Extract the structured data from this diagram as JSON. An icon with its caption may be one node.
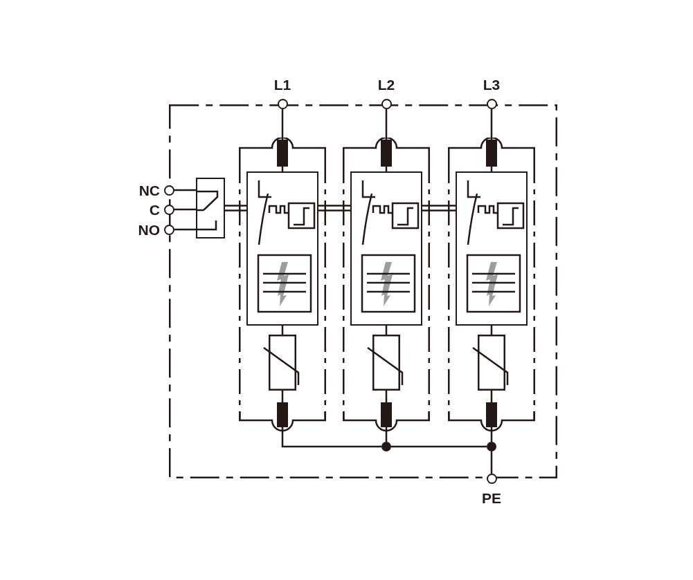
{
  "diagram": {
    "nodes": [
      {
        "text": [],
        "shape": "box"
      },
      {
        "text": [
          "L1"
        ]
      },
      {
        "text": [
          "L2"
        ]
      },
      {
        "text": [
          "L3"
        ]
      },
      {
        "text": [],
        "shape": "box",
        "in": 0
      },
      {
        "text": [],
        "shape": "box",
        "in": 0
      },
      {
        "text": [],
        "shape": "box",
        "in": 0
      },
      {
        "text": [],
        "shape": "box",
        "in": 4
      },
      {
        "text": [],
        "shape": "box",
        "in": 5
      },
      {
        "text": [],
        "shape": "box",
        "in": 6
      },
      {
        "text": [],
        "shape": "box",
        "in": 4
      },
      {
        "text": [],
        "shape": "box",
        "in": 5
      },
      {
        "text": [],
        "shape": "box",
        "in": 6
      },
      {
        "text": [],
        "shape": "box",
        "in": 0
      },
      {
        "text": [
          "NC"
        ]
      },
      {
        "text": [
          "C"
        ]
      },
      {
        "text": [
          "NO"
        ]
      },
      {
        "text": [
          "PE"
        ]
      },
      {
        "text": [],
        "shape": "circle",
        "in": 0
      },
      {
        "text": [],
        "shape": "circle",
        "in": 0
      }
    ],
    "edges": [
      {
        "from": 1,
        "to": 7,
        "arrow": "none"
      },
      {
        "from": 2,
        "to": 8,
        "arrow": "none"
      },
      {
        "from": 3,
        "to": 9,
        "arrow": "none"
      },
      {
        "from": 7,
        "to": 10,
        "arrow": "none"
      },
      {
        "from": 8,
        "to": 11,
        "arrow": "none"
      },
      {
        "from": 9,
        "to": 12,
        "arrow": "none"
      },
      {
        "from": 10,
        "to": 18,
        "arrow": "none"
      },
      {
        "from": 11,
        "to": 18,
        "arrow": "none"
      },
      {
        "from": 12,
        "to": 19,
        "arrow": "none"
      },
      {
        "from": 18,
        "to": 19,
        "arrow": "none"
      },
      {
        "from": 19,
        "to": 17,
        "arrow": "none"
      },
      {
        "from": 14,
        "to": 13,
        "arrow": "none"
      },
      {
        "from": 15,
        "to": 13,
        "arrow": "none"
      },
      {
        "from": 16,
        "to": 13,
        "arrow": "none"
      },
      {
        "from": 13,
        "to": 7,
        "arrow": "none"
      },
      {
        "from": 7,
        "to": 8,
        "arrow": "none"
      },
      {
        "from": 8,
        "to": 9,
        "arrow": "none"
      }
    ]
  }
}
